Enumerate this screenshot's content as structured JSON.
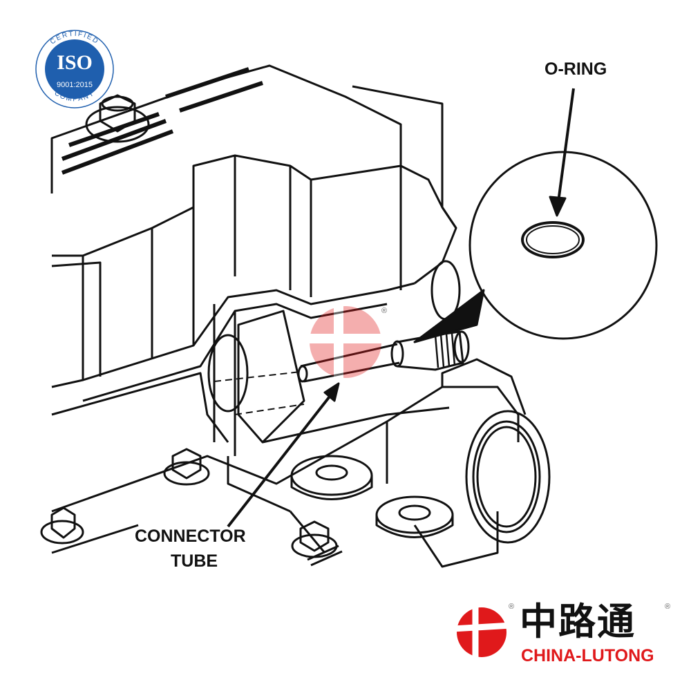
{
  "labels": {
    "o_ring": "O-RING",
    "connector": "CONNECTOR",
    "tube": "TUBE"
  },
  "iso_badge": {
    "top_text": "CERTIFIED",
    "main": "ISO",
    "standard": "9001:2015",
    "bottom_text": "COMPANY",
    "color": "#1f5fae"
  },
  "brand": {
    "chinese": "中路通",
    "english": "CHINA-LUTONG",
    "registered": "®",
    "color": "#e0191b"
  }
}
